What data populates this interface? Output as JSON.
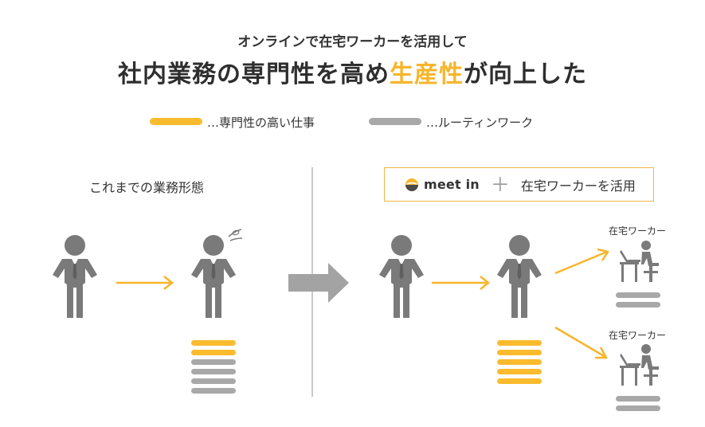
{
  "header": {
    "subtitle": "オンラインで在宅ワーカーを活用して",
    "title_part1": "社内業務の専門性を高め",
    "title_highlight": "生産性",
    "title_part2": "が向上した"
  },
  "legend": {
    "specialized_label": "…専門性の高い仕事",
    "routine_label": "…ルーティンワーク"
  },
  "left_section": {
    "label": "これまでの業務形態",
    "worker_stack": [
      "specialized",
      "specialized",
      "routine",
      "routine",
      "routine",
      "routine"
    ]
  },
  "right_section": {
    "logo_text": "meet in",
    "plus": "＋",
    "label": "在宅ワーカーを活用",
    "worker_stack": [
      "specialized",
      "specialized",
      "specialized",
      "specialized",
      "specialized"
    ],
    "remote_workers": [
      {
        "label": "在宅ワーカー",
        "stack": [
          "routine",
          "routine"
        ]
      },
      {
        "label": "在宅ワーカー",
        "stack": [
          "routine",
          "routine"
        ]
      }
    ]
  },
  "colors": {
    "specialized": "#fbbb2e",
    "routine": "#a8a8a8",
    "figure": "#7a7a7a",
    "arrow": "#f7b52c",
    "big_arrow": "#a3a3a3"
  }
}
